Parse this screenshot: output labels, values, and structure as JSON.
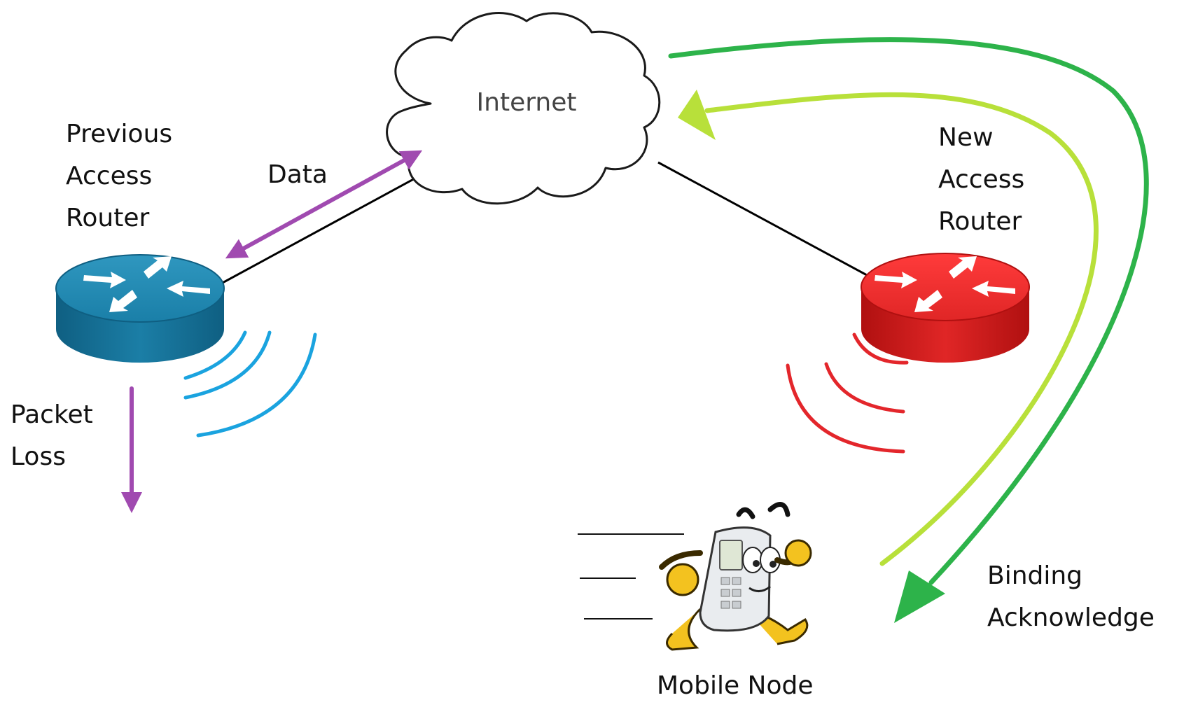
{
  "diagram": {
    "cloud_label": "Internet",
    "previous_router": {
      "lines": [
        "Previous",
        "Access",
        "Router"
      ]
    },
    "new_router": {
      "lines": [
        "New",
        "Access",
        "Router"
      ]
    },
    "data_label": "Data",
    "packet_loss": {
      "lines": [
        "Packet",
        "Loss"
      ]
    },
    "binding_ack": {
      "lines": [
        "Binding",
        "Acknowledge"
      ]
    },
    "mobile_node_label": "Mobile Node"
  },
  "colors": {
    "previous_router": "#1a7fa8",
    "new_router": "#e0262b",
    "wifi_previous": "#1aa3df",
    "wifi_new": "#e3262b",
    "data_arrow": "#a04ab0",
    "binding_update_arrow": "#b8e03a",
    "binding_ack_arrow": "#2db34a"
  }
}
